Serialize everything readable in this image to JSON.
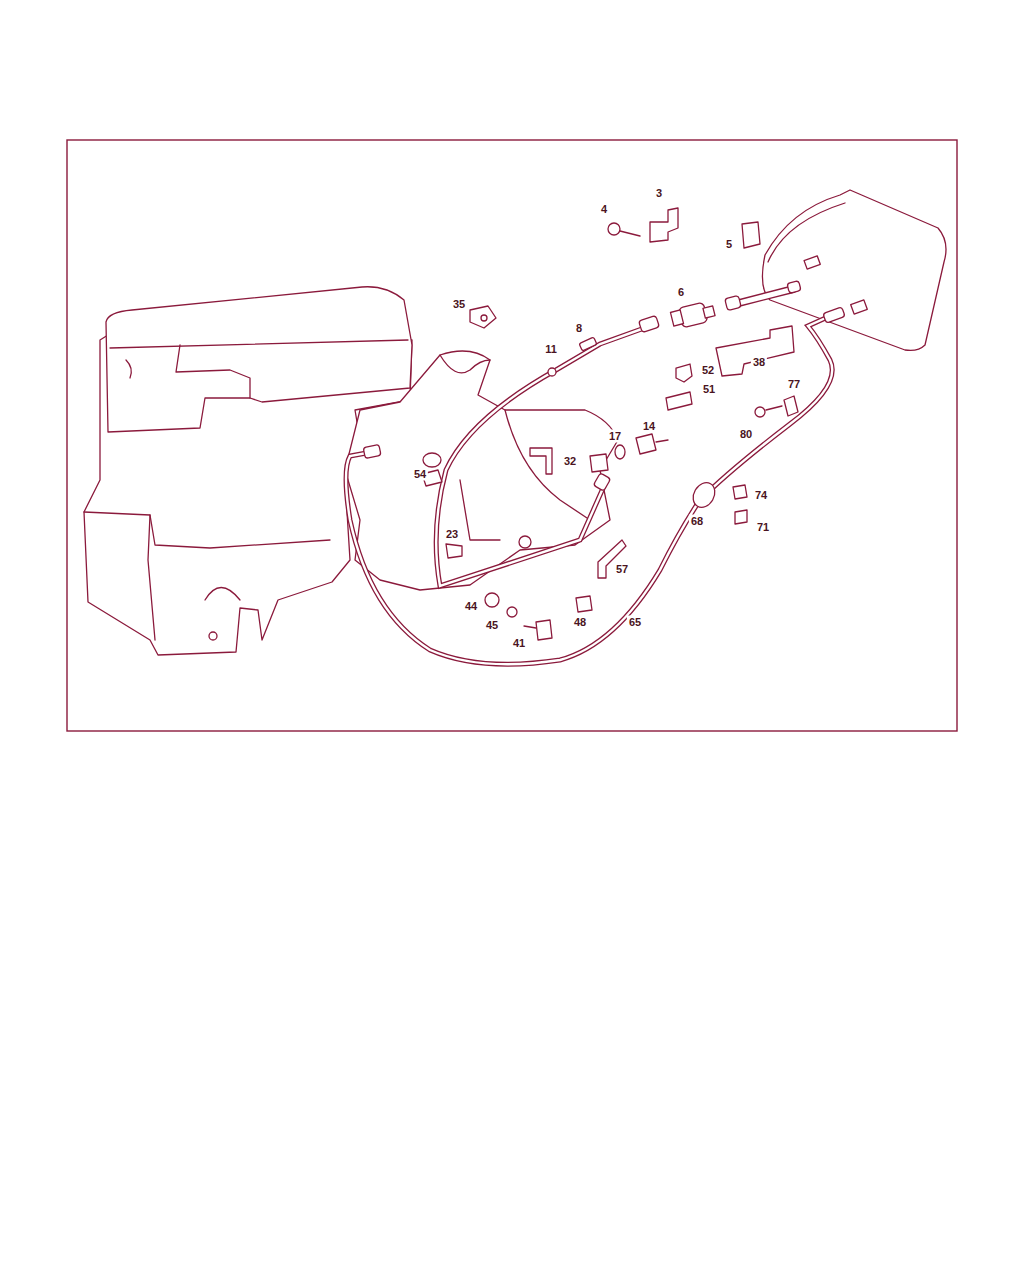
{
  "diagram": {
    "labels": [
      "3",
      "4",
      "5",
      "35",
      "6",
      "8",
      "11",
      "38",
      "52",
      "51",
      "77",
      "80",
      "14",
      "17",
      "32",
      "54",
      "74",
      "68",
      "71",
      "23",
      "57",
      "44",
      "48",
      "45",
      "65",
      "41"
    ]
  }
}
